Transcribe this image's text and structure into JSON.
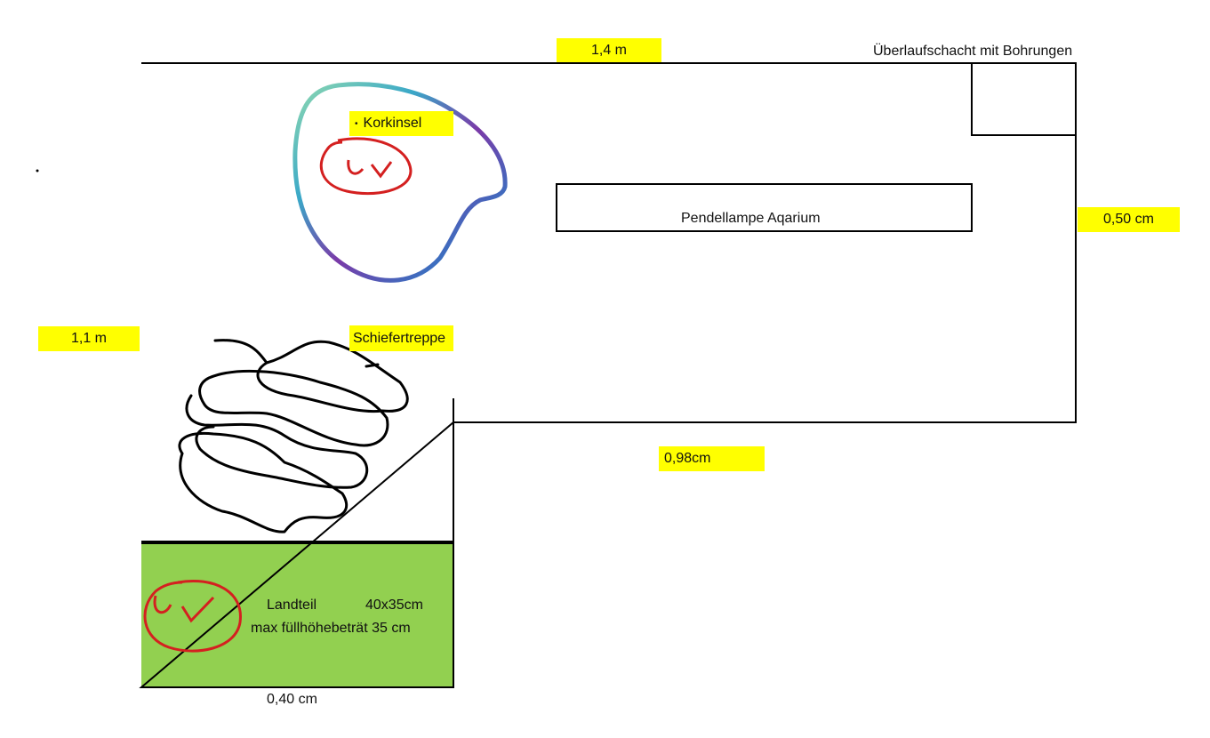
{
  "labels": {
    "top_width": "1,4 m",
    "right_depth": "0,50 cm",
    "left_length": "1,1 m",
    "bottom_width": "0,98cm",
    "overflow": "Überlaufschacht mit Bohrungen",
    "lamp": "Pendellampe Aqarium",
    "cork_island": "Korkinsel",
    "slate_stairs": "Schiefertreppe",
    "land_part": "Landteil",
    "land_size": "40x35cm",
    "max_fill": "max füllhöhebeträt 35 cm",
    "land_width": "0,40 cm",
    "uv_marks": "UV"
  },
  "colors": {
    "highlight": "#ffff00",
    "land": "#92d050",
    "uv": "#d42020"
  }
}
